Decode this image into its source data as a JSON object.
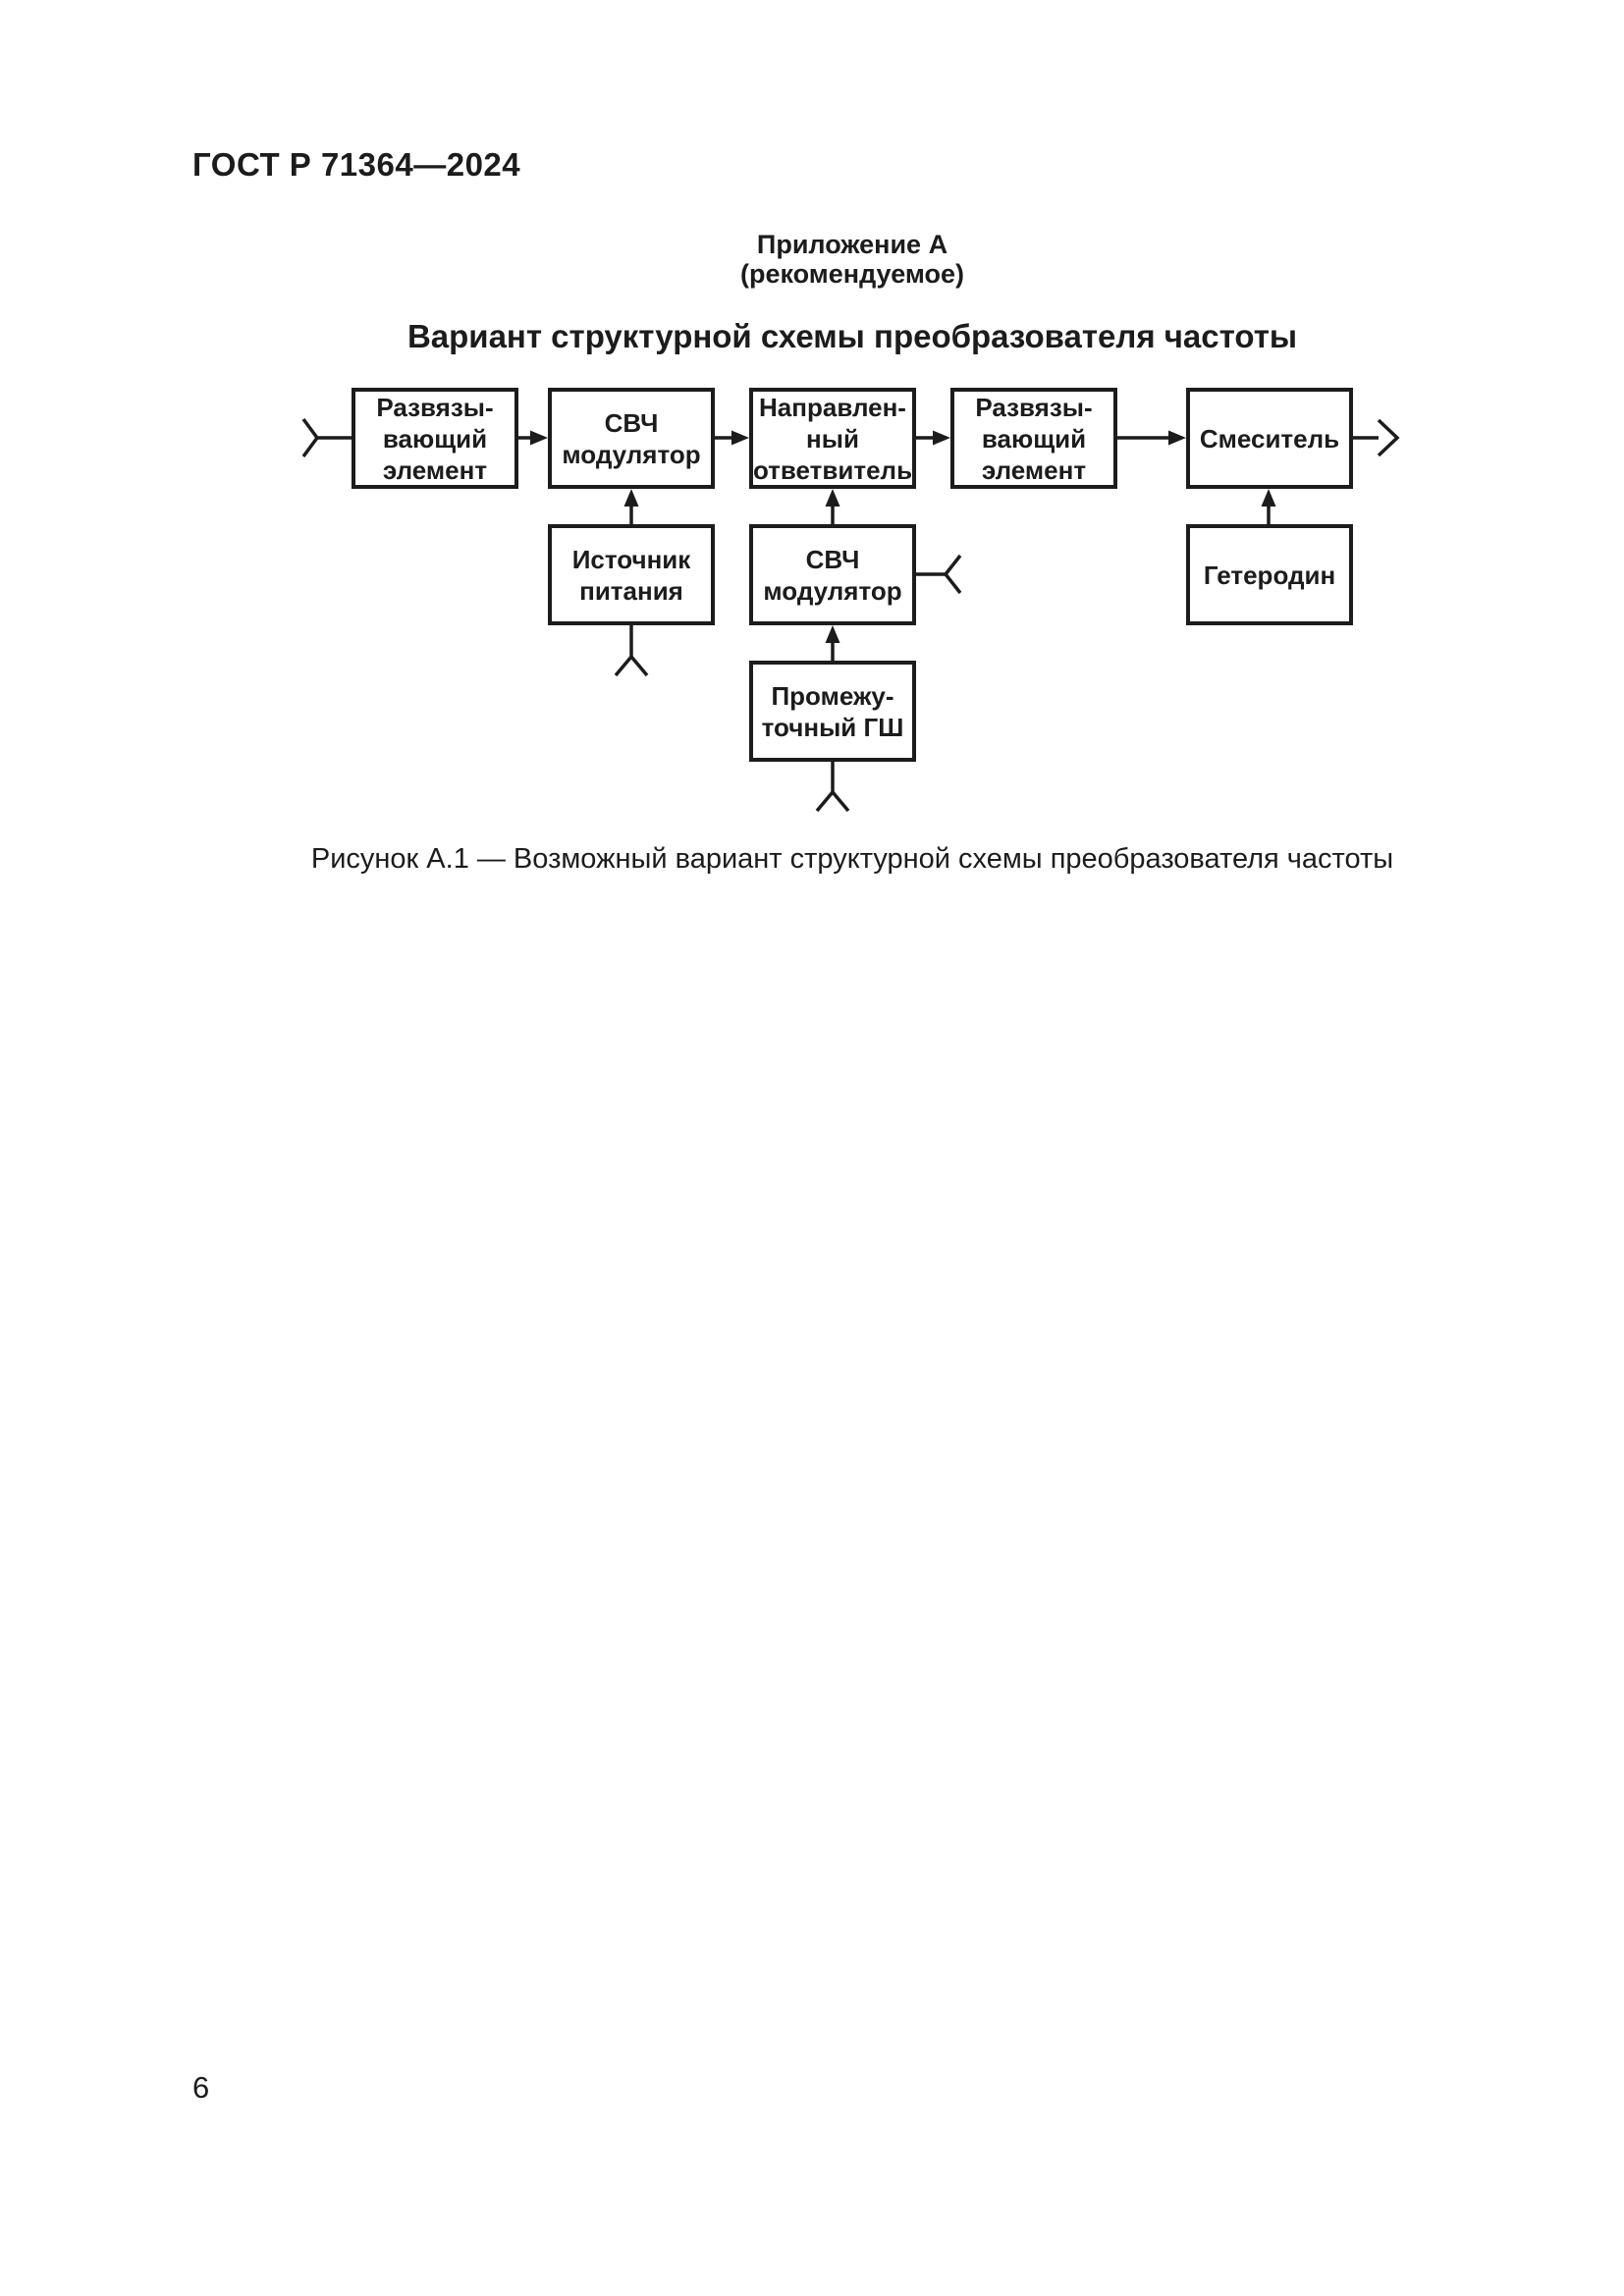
{
  "page": {
    "header": "ГОСТ Р 71364—2024",
    "number": "6"
  },
  "appendix": {
    "label": "Приложение А",
    "note": "(рекомендуемое)",
    "title": "Вариант структурной схемы преобразователя частоты"
  },
  "diagram": {
    "blocks": [
      {
        "id": "isolator-1",
        "label": "Развязы-\nвающий\nэлемент"
      },
      {
        "id": "uhf-modulator-1",
        "label": "СВЧ\nмодулятор"
      },
      {
        "id": "directional-coupler",
        "label": "Направлен-\nный\nответвитель"
      },
      {
        "id": "isolator-2",
        "label": "Развязы-\nвающий\nэлемент"
      },
      {
        "id": "mixer",
        "label": "Смеситель"
      },
      {
        "id": "power-supply",
        "label": "Источник\nпитания"
      },
      {
        "id": "uhf-modulator-2",
        "label": "СВЧ\nмодулятор"
      },
      {
        "id": "local-oscillator",
        "label": "Гетеродин"
      },
      {
        "id": "intermediate-gsh",
        "label": "Промежу-\nточный ГШ"
      }
    ]
  },
  "figure": {
    "caption": "Рисунок А.1 — Возможный вариант структурной схемы преобразователя частоты"
  },
  "colors": {
    "ink": "#1c1c1c"
  }
}
